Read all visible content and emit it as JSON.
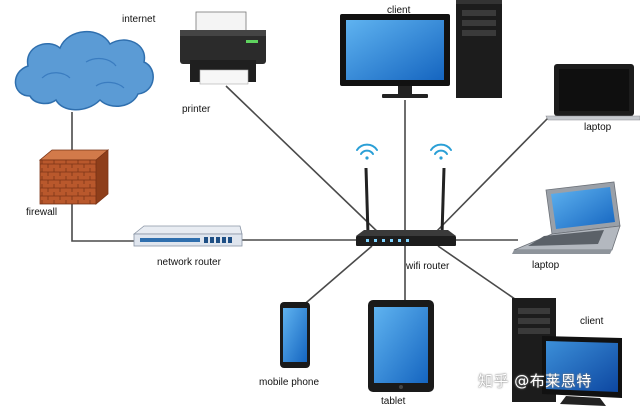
{
  "labels": {
    "internet": "internet",
    "printer": "printer",
    "client_top": "client",
    "laptop_top": "laptop",
    "firewall": "firewall",
    "network_router": "network router",
    "wifi_router": "wifi router",
    "laptop_mid": "laptop",
    "client_bottom": "client",
    "mobile_phone": "mobile phone",
    "tablet": "tablet"
  },
  "watermark": "知乎 @布莱恩特",
  "colors": {
    "cable": "#4a4a4a",
    "cloud": "#5b9bd5",
    "brick": "#b5532a",
    "screen": "#2a7fd4"
  }
}
